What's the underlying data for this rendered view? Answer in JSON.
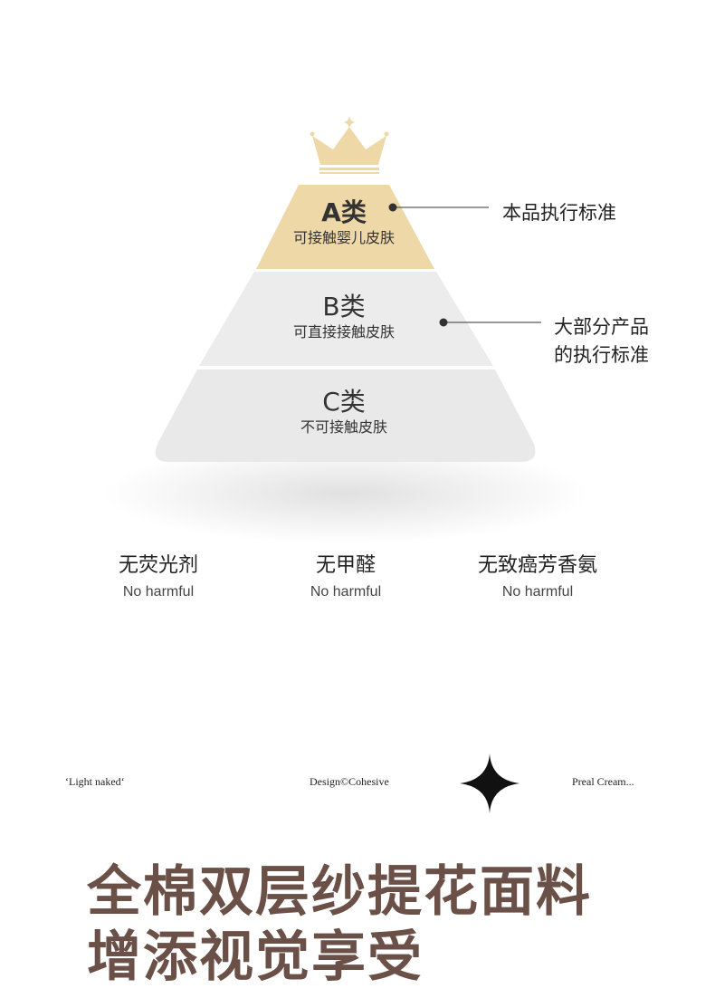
{
  "pyramid": {
    "levels": [
      {
        "title": "A类",
        "subtitle": "可接触婴儿皮肤",
        "note": [
          "本品执行标准"
        ]
      },
      {
        "title": "B类",
        "subtitle": "可直接接触皮肤",
        "note": [
          "大部分产品",
          "的执行标准"
        ]
      },
      {
        "title": "C类",
        "subtitle": "不可接触皮肤"
      }
    ],
    "colors": {
      "a": "#efd8a8",
      "b": "#ececec",
      "c": "#e8e8e8",
      "crown": "#efd8a8"
    }
  },
  "features": [
    {
      "cn": "无荧光剂",
      "en": "No harmful"
    },
    {
      "cn": "无甲醛",
      "en": "No harmful"
    },
    {
      "cn": "无致癌芳香氨",
      "en": "No harmful"
    }
  ],
  "strip": {
    "left": "‘Light naked‘",
    "center": "Design©Cohesive",
    "right": "Preal Cream..."
  },
  "headline": [
    "全棉双层纱提花面料",
    "增添视觉享受"
  ]
}
